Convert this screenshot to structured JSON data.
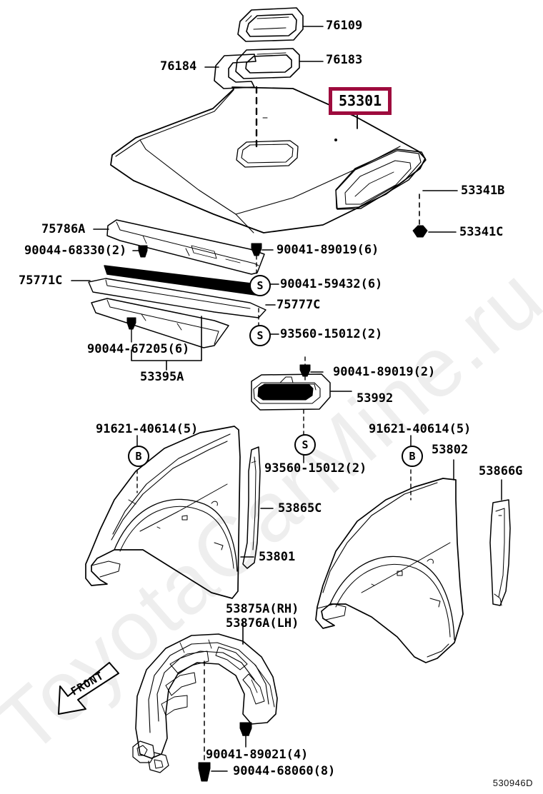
{
  "diagram": {
    "id_code": "530946D",
    "front_arrow_label": "FRONT",
    "watermark": "ToyotaCarMine.ru",
    "highlight_color": "#9e0b3d",
    "highlighted_part": "53301"
  },
  "labels": {
    "p76109": "76109",
    "p76183": "76183",
    "p76184": "76184",
    "p53301": "53301",
    "p53341B": "53341B",
    "p53341C": "53341C",
    "p75786A": "75786A",
    "p90044_68330": "90044-68330(2)",
    "p90041_89019_6": "90041-89019(6)",
    "p75771C": "75771C",
    "p90041_59432": "90041-59432(6)",
    "p75777C": "75777C",
    "p93560_15012_a": "93560-15012(2)",
    "p90044_67205": "90044-67205(6)",
    "p53395A": "53395A",
    "p90041_89019_2": "90041-89019(2)",
    "p53992": "53992",
    "p93560_15012_b": "93560-15012(2)",
    "p91621_40614_l": "91621-40614(5)",
    "p91621_40614_r": "91621-40614(5)",
    "p53865C": "53865C",
    "p53801": "53801",
    "p53802": "53802",
    "p53866G": "53866G",
    "p53875A": "53875A(RH)",
    "p53876A": "53876A(LH)",
    "p90041_89021": "90041-89021(4)",
    "p90044_68060": "90044-68060(8)"
  },
  "markers": {
    "s1": "S",
    "s2": "S",
    "s3": "S",
    "b_left": "B",
    "b_right": "B"
  }
}
